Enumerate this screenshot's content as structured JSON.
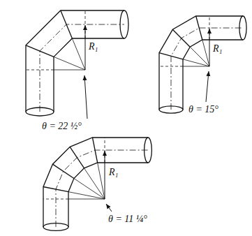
{
  "diagram": {
    "labels": [
      "R₁",
      "θ = 22 ½°",
      "R₁",
      "θ = 15°",
      "R₁",
      "θ = 11 ¼°"
    ]
  }
}
